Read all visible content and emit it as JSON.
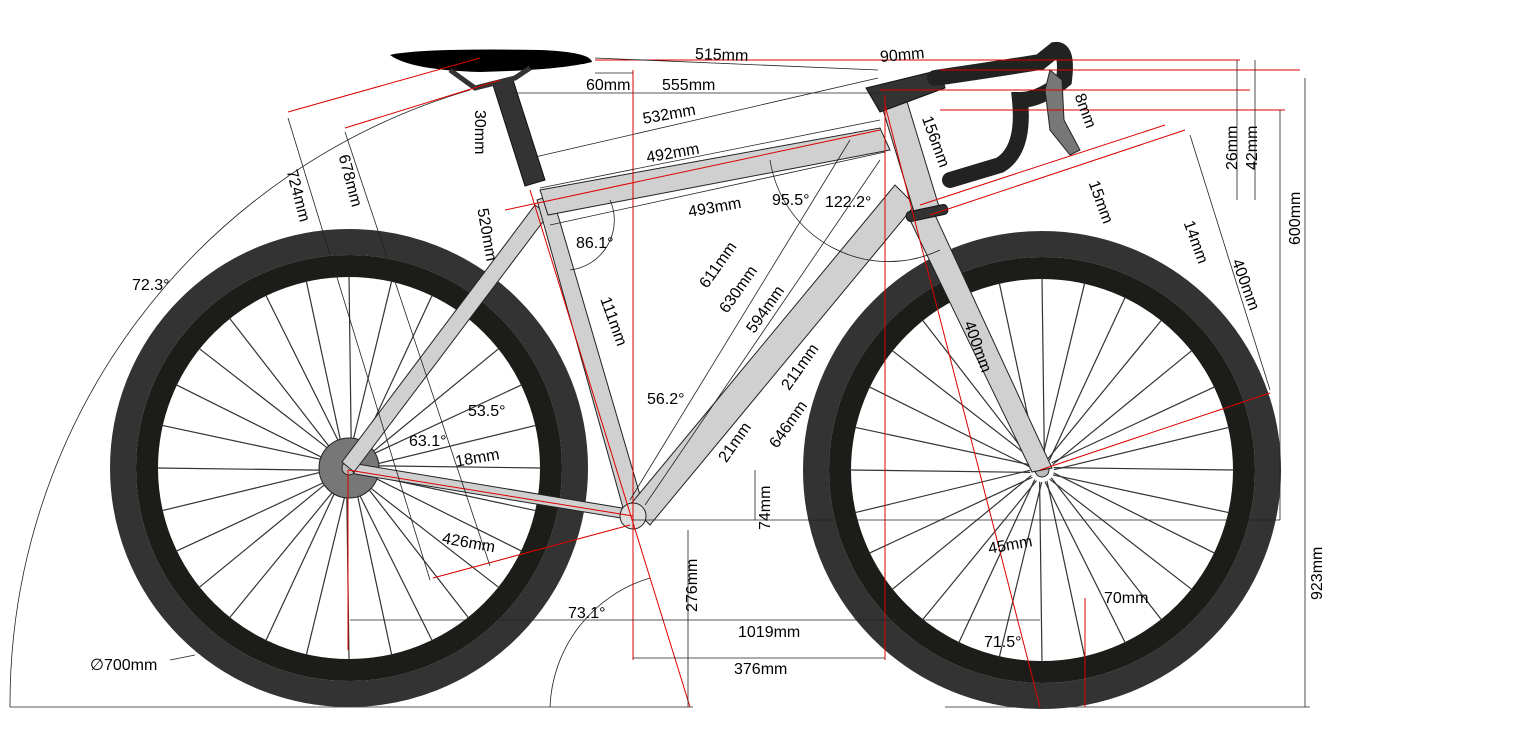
{
  "diagram": {
    "type": "bicycle-geometry",
    "colors": {
      "frame": "#d0d0d0",
      "tire": "#2a2a2a",
      "rim": "#1a1a1a",
      "construction_lines": "#dd0000",
      "dimension_lines": "#222222"
    },
    "labels": {
      "reach_saddle_bar": "515mm",
      "stem_length": "90mm",
      "saddle_setback": "60mm",
      "saddle_to_bar": "555mm",
      "top_tube_effective": "532mm",
      "top_tube_actual": "492mm",
      "seatpost_extension": "30mm",
      "seat_tube": "520mm",
      "top_tube_lower": "493mm",
      "seat_tt_angle": "86.1°",
      "head_angle_a": "95.5°",
      "head_angle_b": "122.2°",
      "head_tube": "156mm",
      "hood_offset": "8mm",
      "bar_drop_a": "26mm",
      "bar_drop_b": "42mm",
      "headset_upper": "15mm",
      "headset_lower": "14mm",
      "fork_length_right": "400mm",
      "stack": "600mm",
      "saddle_height": "724mm",
      "seat_height": "678mm",
      "seat_angle_big": "72.3°",
      "down_tube_a": "611mm",
      "down_tube_b": "630mm",
      "down_tube_c": "594mm",
      "seat_tube_offset": "111mm",
      "fork_length": "400mm",
      "bottle_mount": "211mm",
      "down_tube_total": "646mm",
      "bb_offset": "21mm",
      "bb_angle": "56.2°",
      "seatstay_angle": "53.5°",
      "chainstay_angle": "63.1°",
      "dropout_offset": "18mm",
      "bb_drop": "74mm",
      "chainstay": "426mm",
      "fork_offset": "45mm",
      "bb_height": "276mm",
      "trail": "70mm",
      "total_height": "923mm",
      "seat_angle": "73.1°",
      "wheelbase": "1019mm",
      "head_angle": "71.5°",
      "front_center": "376mm",
      "wheel_diameter": "∅700mm"
    }
  }
}
